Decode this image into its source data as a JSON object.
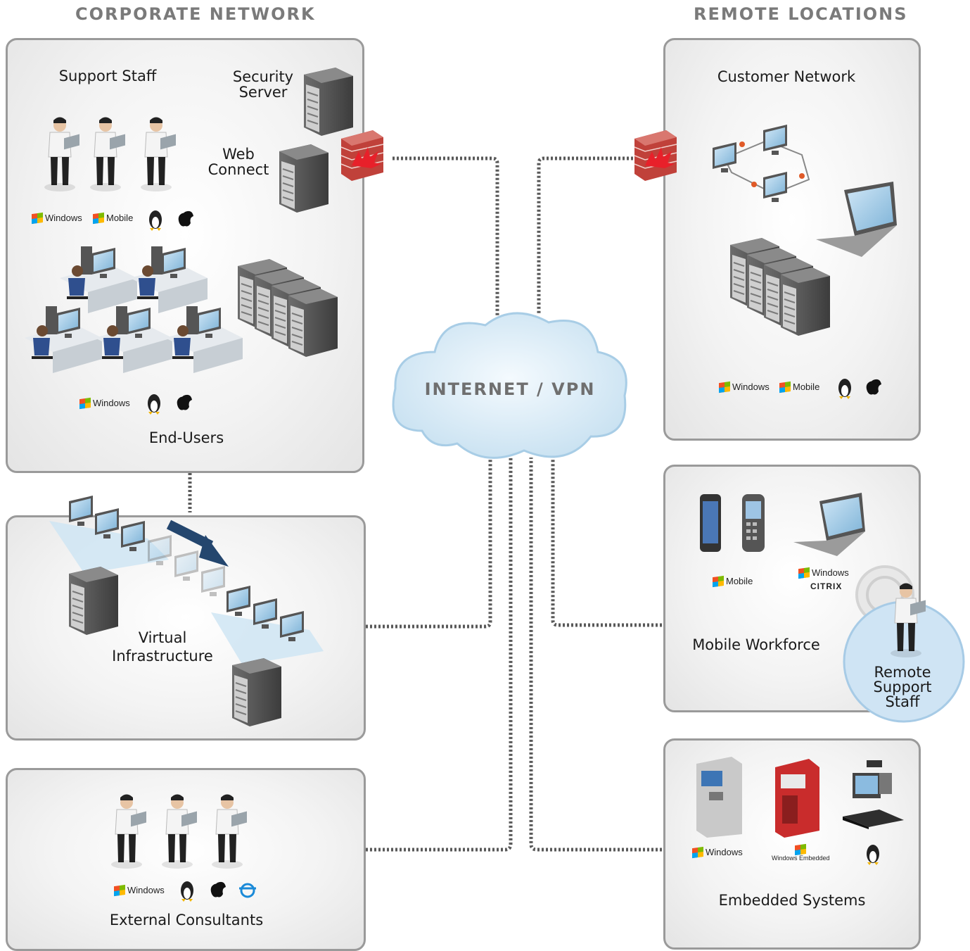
{
  "headings": {
    "corporate": "CORPORATE NETWORK",
    "remote": "REMOTE LOCATIONS"
  },
  "cloud": {
    "label": "INTERNET / VPN"
  },
  "corporate": {
    "support_staff": "Support Staff",
    "security_server": [
      "Security",
      "Server"
    ],
    "web_connect": [
      "Web",
      "Connect"
    ],
    "support_logos": [
      "Windows",
      "Mobile"
    ],
    "end_users": "End-Users",
    "end_user_logos": [
      "Windows"
    ]
  },
  "virtual": {
    "label": [
      "Virtual",
      "Infrastructure"
    ]
  },
  "consultants": {
    "label": "External Consultants",
    "logos": [
      "Windows"
    ]
  },
  "remote": {
    "customer_network": "Customer Network",
    "customer_logos": [
      "Windows",
      "Mobile"
    ],
    "mobile_workforce": "Mobile Workforce",
    "mobile_logos": [
      "Mobile",
      "Windows",
      "CITRIX"
    ],
    "remote_support": [
      "Remote",
      "Support",
      "Staff"
    ],
    "embedded": "Embedded Systems",
    "embedded_logos": [
      "Windows",
      "Windows Embedded"
    ]
  },
  "colors": {
    "panel_border": "#9a9a9a",
    "heading": "#7a7a7a",
    "cloud": "#d7ebf7",
    "link": "#5a5a5a",
    "firewall": "#c0413a"
  }
}
